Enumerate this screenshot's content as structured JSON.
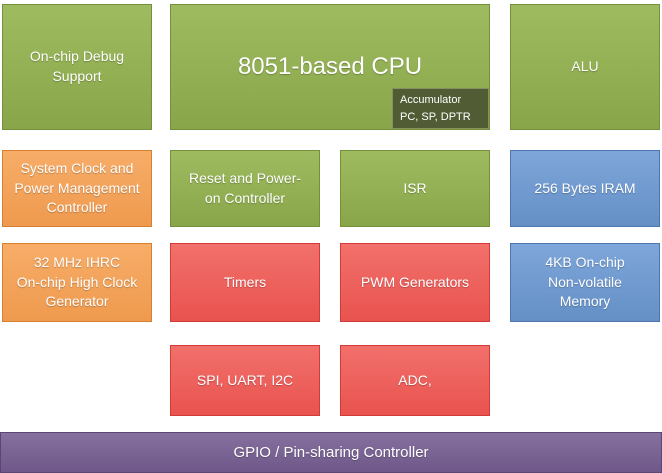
{
  "blocks": {
    "debug": {
      "label": "On-chip Debug\nSupport"
    },
    "cpu": {
      "label": "8051-based CPU"
    },
    "cpu_registers": {
      "text": "Accumulator\nPC, SP, DPTR"
    },
    "alu": {
      "label": "ALU"
    },
    "sys_clock": {
      "label": "System Clock and\nPower Management\nController"
    },
    "reset": {
      "label": "Reset and Power-\non Controller"
    },
    "isr": {
      "label": "ISR"
    },
    "iram": {
      "label": "256 Bytes IRAM"
    },
    "ihrc": {
      "label": "32 MHz IHRC\nOn-chip High Clock\nGenerator"
    },
    "timers": {
      "label": "Timers"
    },
    "pwm": {
      "label": "PWM Generators"
    },
    "nvm": {
      "label": "4KB On-chip\nNon-volatile\nMemory"
    },
    "serial": {
      "label": "SPI, UART, I2C"
    },
    "adc": {
      "label": "ADC,"
    },
    "gpio": {
      "label": "GPIO / Pin-sharing Controller"
    }
  },
  "colors": {
    "cpu_core_green": "#94b251",
    "clock_power_orange": "#f2a055",
    "peripheral_red": "#ed605c",
    "memory_blue": "#719bd0",
    "gpio_purple": "#7c649a",
    "register_box_dark": "#515c35",
    "text": "#ffffff"
  }
}
